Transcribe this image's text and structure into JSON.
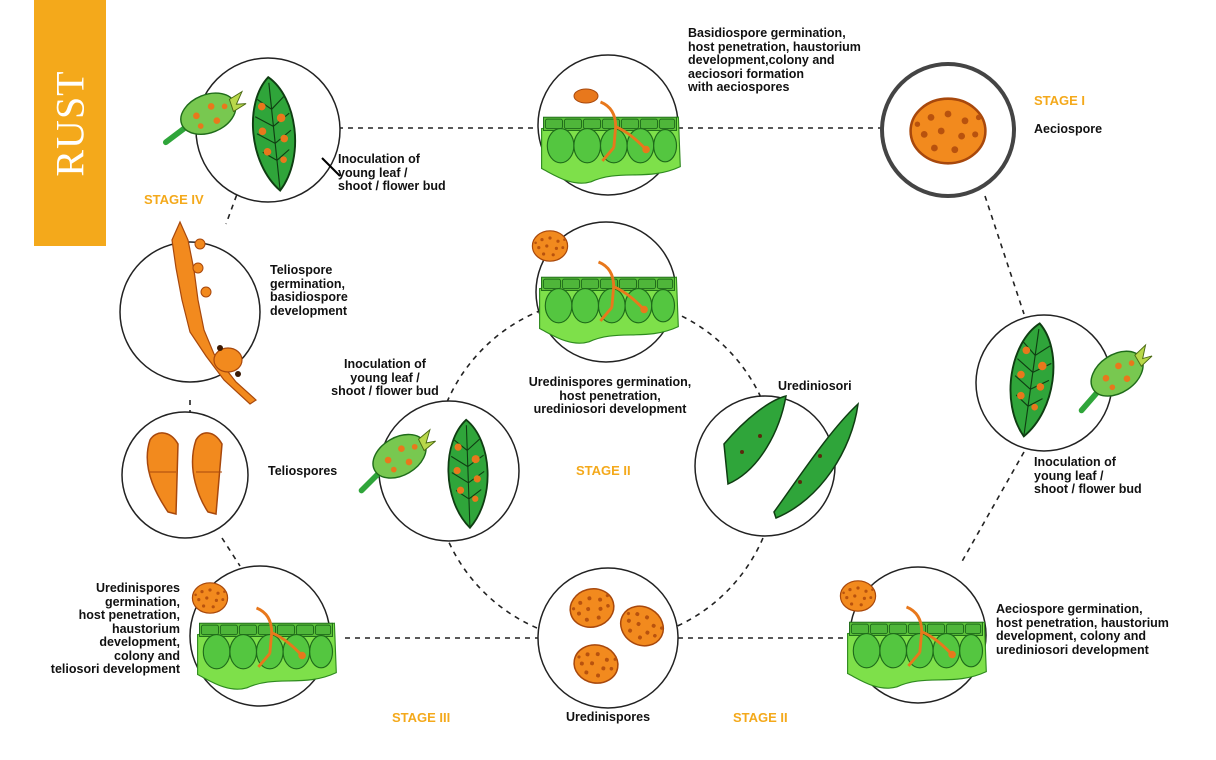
{
  "title": "RUST",
  "colors": {
    "accent": "#f4a91b",
    "leaf_green": "#2fa53a",
    "tissue_green": "#7ee04a",
    "spore_orange": "#e8781c"
  },
  "stages": {
    "s1": "STAGE I",
    "s2_center": "STAGE II",
    "s2_bottom": "STAGE II",
    "s3": "STAGE III",
    "s4": "STAGE IV"
  },
  "labels": {
    "basidiospore_germination": "Basidiospore germination,\nhost penetration, haustorium\ndevelopment,colony and\naeciosori formation\nwith aeciospores",
    "aeciospore": "Aeciospore",
    "inoculation_top_left": "Inoculation of\nyoung leaf /\nshoot / flower bud",
    "teliospore_germination": "Teliospore\ngermination,\nbasidiospore\ndevelopment",
    "inoculation_center": "Inoculation of\nyoung leaf /\nshoot / flower bud",
    "urediniospores_germination_center": "Uredinispores germination,\nhost penetration,\nurediniosori development",
    "urediniosori": "Urediniosori",
    "inoculation_right": "Inoculation of\nyoung leaf /\nshoot / flower bud",
    "teliospores": "Teliospores",
    "urediniospores_bottom_left": "Uredinispores\ngermination,\nhost penetration,\nhaustorium\ndevelopment,\ncolony and\nteliosori development",
    "urediniospores": "Uredinispores",
    "aeciospore_germination": "Aeciospore germination,\nhost penetration, haustorium\ndevelopment, colony and\nurediniosori development"
  }
}
